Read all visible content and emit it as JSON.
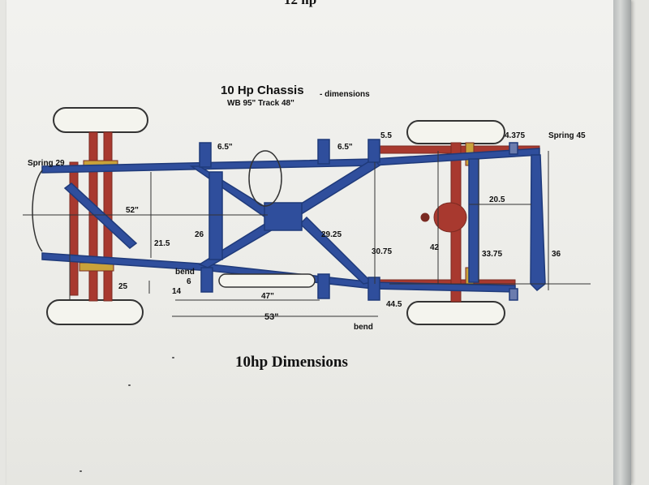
{
  "page": {
    "top_cut_text": "12 hp",
    "title": "10 Hp Chassis",
    "title_suffix": "- dimensions",
    "subtitle": "WB 95\" Track 48\"",
    "caption": "10hp Dimensions"
  },
  "labels": {
    "spring_front": "Spring 29",
    "spring_rear": "Spring 45",
    "d_4375": "4.375",
    "d_55": "5.5",
    "d_65_left": "6.5\"",
    "d_65_right": "6.5\"",
    "d_52": "52\"",
    "d_215": "21.5",
    "d_26": "26",
    "d_2925": "29.25",
    "d_3075": "30.75",
    "d_42": "42",
    "d_205": "20.5",
    "d_3375": "33.75",
    "d_36": "36",
    "d_25": "25",
    "d_6": "6",
    "d_14": "14",
    "d_47": "47\"",
    "d_53": "53\"",
    "d_445": "44.5",
    "bend_left": "bend",
    "bend_bottom": "bend"
  },
  "colors": {
    "frame_blue": "#2f4e9c",
    "axle_red": "#a8392f",
    "tire_fill": "#f4f4ee",
    "dimension_line": "#333333"
  }
}
